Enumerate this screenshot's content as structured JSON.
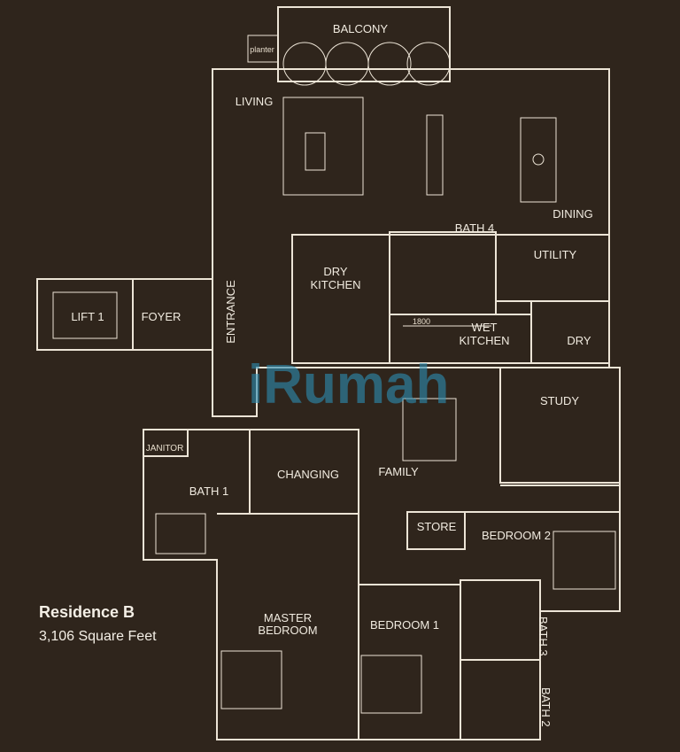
{
  "rooms": {
    "balcony": "BALCONY",
    "planter": "planter",
    "living": "LIVING",
    "dining": "DINING",
    "bath4": "BATH 4",
    "utility": "UTILITY",
    "dry_kitchen_1": "DRY",
    "dry_kitchen_2": "KITCHEN",
    "wet_kitchen_1": "WET",
    "wet_kitchen_2": "KITCHEN",
    "dry": "DRY",
    "lift": "LIFT 1",
    "foyer": "FOYER",
    "entrance": "ENTRANCE",
    "study": "STUDY",
    "family": "FAMILY",
    "janitor": "JANITOR",
    "bath1": "BATH 1",
    "changing": "CHANGING",
    "store": "STORE",
    "bedroom2": "BEDROOM 2",
    "master_1": "MASTER",
    "master_2": "BEDROOM",
    "bedroom1": "BEDROOM 1",
    "bath3": "BATH 3",
    "bath2": "BATH 2"
  },
  "dimension": "1800",
  "watermark": "iRumah",
  "caption": {
    "title": "Residence B",
    "area": "3,106 Square Feet"
  },
  "colors": {
    "background": "#2f251c",
    "lines": "#ece4d6",
    "watermark": "#2d8fb4"
  }
}
